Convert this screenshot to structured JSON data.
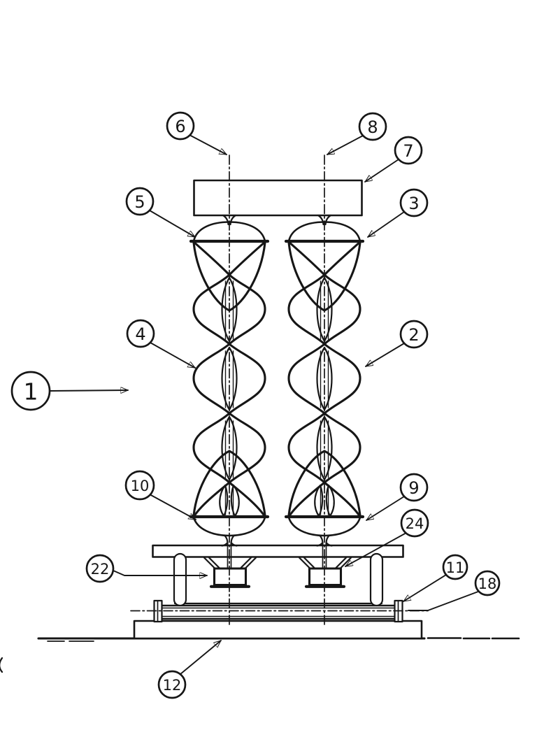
{
  "figure": {
    "type": "patent-line-drawing",
    "background_color": "#ffffff",
    "ink_color": "#161616",
    "callouts": [
      {
        "label": "1"
      },
      {
        "label": "2"
      },
      {
        "label": "3"
      },
      {
        "label": "4"
      },
      {
        "label": "5"
      },
      {
        "label": "6"
      },
      {
        "label": "7"
      },
      {
        "label": "8"
      },
      {
        "label": "9"
      },
      {
        "label": "10"
      },
      {
        "label": "11"
      },
      {
        "label": "12"
      },
      {
        "label": "18"
      },
      {
        "label": "22"
      },
      {
        "label": "24"
      }
    ]
  }
}
